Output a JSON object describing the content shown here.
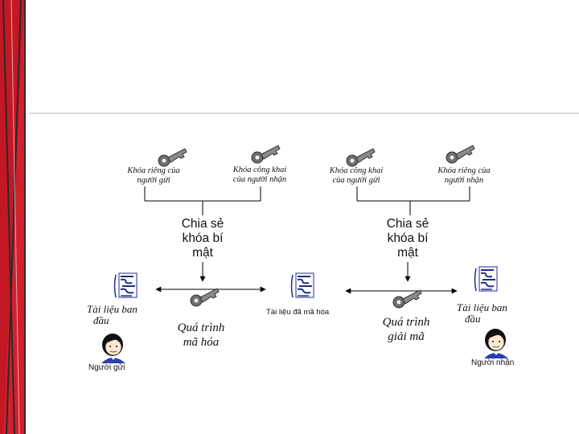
{
  "slide": {
    "colors": {
      "border_red": "#d41f2c",
      "border_dark": "#2a2a2a",
      "rule": "#d9d9d9",
      "line": "#000000",
      "doc_blue": "#1d2d8c"
    }
  },
  "diagram": {
    "keys_left": {
      "sender_private": [
        "Khóa riêng của",
        "người gửi"
      ],
      "receiver_public": [
        "Khóa công khai",
        "của người nhận"
      ]
    },
    "keys_right": {
      "sender_public": [
        "Khóa công khai",
        "của người gửi"
      ],
      "receiver_private": [
        "Khóa riêng của",
        "người nhận"
      ]
    },
    "shared_secret_left": [
      "Chia sẻ",
      "khóa bí",
      "mật"
    ],
    "shared_secret_right": [
      "Chia sẻ",
      "khóa bí",
      "mật"
    ],
    "original_doc_left": [
      "Tài liệu ban",
      "đầu"
    ],
    "original_doc_right": [
      "Tài liệu ban",
      "đầu"
    ],
    "encrypted_doc": "Tài liệu đã mã hóa",
    "encrypt_process": [
      "Quá trình",
      "mã hóa"
    ],
    "decrypt_process": [
      "Quá trình",
      "giải mã"
    ],
    "sender": "Người gửi",
    "receiver": "Người nhận"
  }
}
